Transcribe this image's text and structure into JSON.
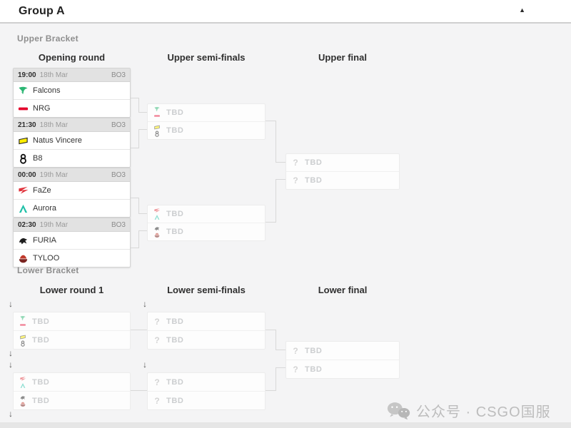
{
  "icons": {
    "collapse_glyph": "▲",
    "drop_arrow_glyph": "↓",
    "question_glyph": "?"
  },
  "colors": {
    "falcons": "#2bb673",
    "nrg": "#e4002b",
    "navi": "#ffee00",
    "b8": "#111111",
    "faze": "#e0313a",
    "aurora": "#1fc0a7",
    "furia": "#1d1d1d",
    "tyloo": "#a1332c",
    "connector": "#d8d8d8",
    "tbd_text": "#ccced0"
  },
  "header": {
    "title": "Group A"
  },
  "upper_bracket": {
    "label": "Upper Bracket",
    "columns": [
      "Opening round",
      "Upper semi-finals",
      "Upper final"
    ],
    "opening_matches": [
      {
        "time": "19:00",
        "date": "18th Mar",
        "format": "BO3",
        "teams": [
          {
            "name": "Falcons",
            "icon": "falcons-logo"
          },
          {
            "name": "NRG",
            "icon": "nrg-logo"
          }
        ]
      },
      {
        "time": "21:30",
        "date": "18th Mar",
        "format": "BO3",
        "teams": [
          {
            "name": "Natus Vincere",
            "icon": "navi-logo"
          },
          {
            "name": "B8",
            "icon": "b8-logo"
          }
        ]
      },
      {
        "time": "00:00",
        "date": "19th Mar",
        "format": "BO3",
        "teams": [
          {
            "name": "FaZe",
            "icon": "faze-logo"
          },
          {
            "name": "Aurora",
            "icon": "aurora-logo"
          }
        ]
      },
      {
        "time": "02:30",
        "date": "19th Mar",
        "format": "BO3",
        "teams": [
          {
            "name": "FURIA",
            "icon": "furia-logo"
          },
          {
            "name": "TYLOO",
            "icon": "tyloo-logo"
          }
        ]
      }
    ],
    "semi_finals": [
      {
        "slots": [
          {
            "label": "TBD",
            "candidate_icons": [
              "falcons-logo",
              "nrg-logo"
            ]
          },
          {
            "label": "TBD",
            "candidate_icons": [
              "navi-logo",
              "b8-logo"
            ]
          }
        ]
      },
      {
        "slots": [
          {
            "label": "TBD",
            "candidate_icons": [
              "faze-logo",
              "aurora-logo"
            ]
          },
          {
            "label": "TBD",
            "candidate_icons": [
              "furia-logo",
              "tyloo-logo"
            ]
          }
        ]
      }
    ],
    "final": {
      "slots": [
        {
          "label": "TBD"
        },
        {
          "label": "TBD"
        }
      ]
    }
  },
  "lower_bracket": {
    "label": "Lower Bracket",
    "columns": [
      "Lower round 1",
      "Lower semi-finals",
      "Lower final"
    ],
    "round1": [
      {
        "slots": [
          {
            "label": "TBD",
            "candidate_icons": [
              "falcons-logo",
              "nrg-logo"
            ]
          },
          {
            "label": "TBD",
            "candidate_icons": [
              "navi-logo",
              "b8-logo"
            ]
          }
        ]
      },
      {
        "slots": [
          {
            "label": "TBD",
            "candidate_icons": [
              "faze-logo",
              "aurora-logo"
            ]
          },
          {
            "label": "TBD",
            "candidate_icons": [
              "furia-logo",
              "tyloo-logo"
            ]
          }
        ]
      }
    ],
    "semi_finals": [
      {
        "slots": [
          {
            "label": "TBD"
          },
          {
            "label": "TBD"
          }
        ]
      },
      {
        "slots": [
          {
            "label": "TBD"
          },
          {
            "label": "TBD"
          }
        ]
      }
    ],
    "final": {
      "slots": [
        {
          "label": "TBD"
        },
        {
          "label": "TBD"
        }
      ]
    }
  },
  "watermark": {
    "text": "公众号 · CSGO国服",
    "icon": "wechat-icon"
  }
}
